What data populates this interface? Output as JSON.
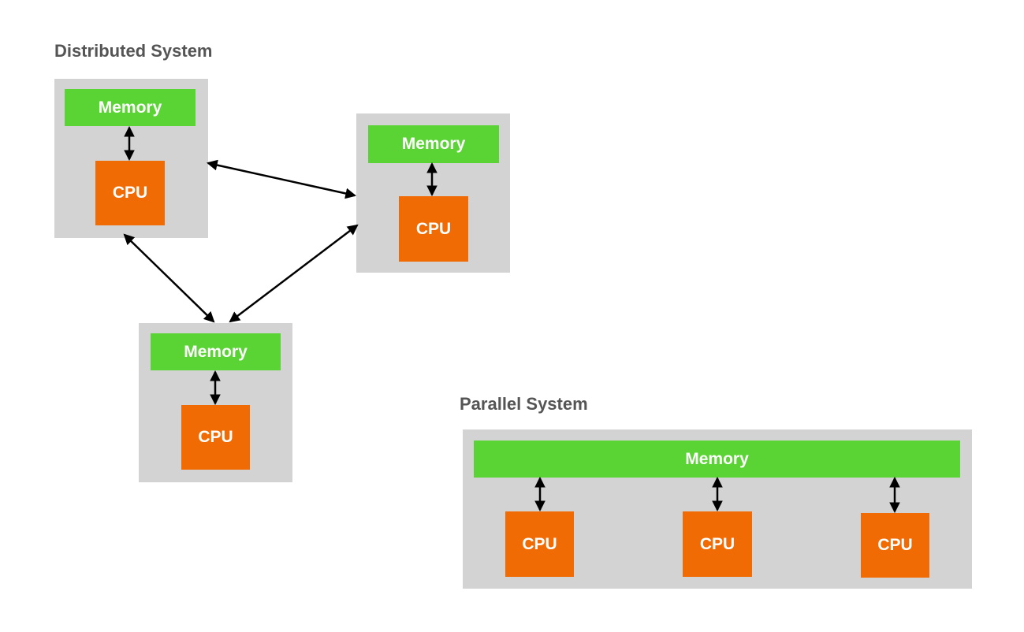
{
  "distributed": {
    "title": "Distributed System",
    "nodes": [
      {
        "memory": "Memory",
        "cpu": "CPU"
      },
      {
        "memory": "Memory",
        "cpu": "CPU"
      },
      {
        "memory": "Memory",
        "cpu": "CPU"
      }
    ]
  },
  "parallel": {
    "title": "Parallel System",
    "memory": "Memory",
    "cpus": [
      "CPU",
      "CPU",
      "CPU"
    ]
  },
  "colors": {
    "node_bg": "#d3d3d3",
    "memory": "#5ad334",
    "cpu": "#f06b03",
    "title": "#555555",
    "arrow": "#000000"
  }
}
